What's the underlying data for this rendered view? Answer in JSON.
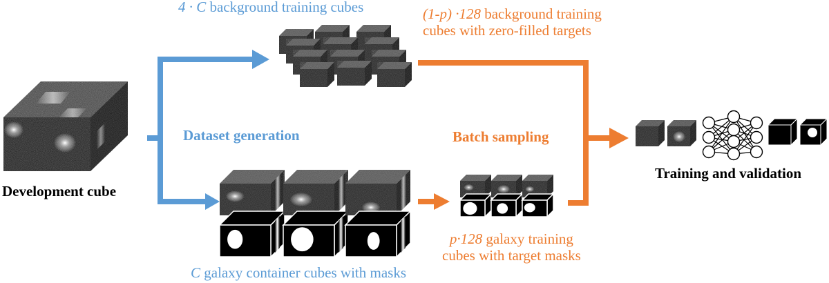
{
  "labels": {
    "background_cubes": {
      "var": "4 · C",
      "text": " background training cubes"
    },
    "background_batch": {
      "var": "(1-p) ·128",
      "text": " background training",
      "line2": "cubes with zero-filled targets"
    },
    "dataset_generation": "Dataset generation",
    "batch_sampling": "Batch sampling",
    "development_cube": "Development cube",
    "training_validation": "Training and validation",
    "galaxy_batch": {
      "var": "p·128",
      "text": " galaxy training",
      "line2": "cubes with target masks"
    },
    "galaxy_containers": {
      "var": "C",
      "text": " galaxy container cubes with masks"
    }
  },
  "colors": {
    "blue": "#5b9bd5",
    "orange": "#ed7d31",
    "text": "#000000",
    "cube_face": "#2a2a2a",
    "mask": "#000000"
  },
  "icons": {
    "noise_cube": "noise-cube-icon",
    "mask_cube": "mask-cube-icon",
    "neural_network": "neural-network-icon",
    "flow_arrow": "arrow-icon"
  }
}
